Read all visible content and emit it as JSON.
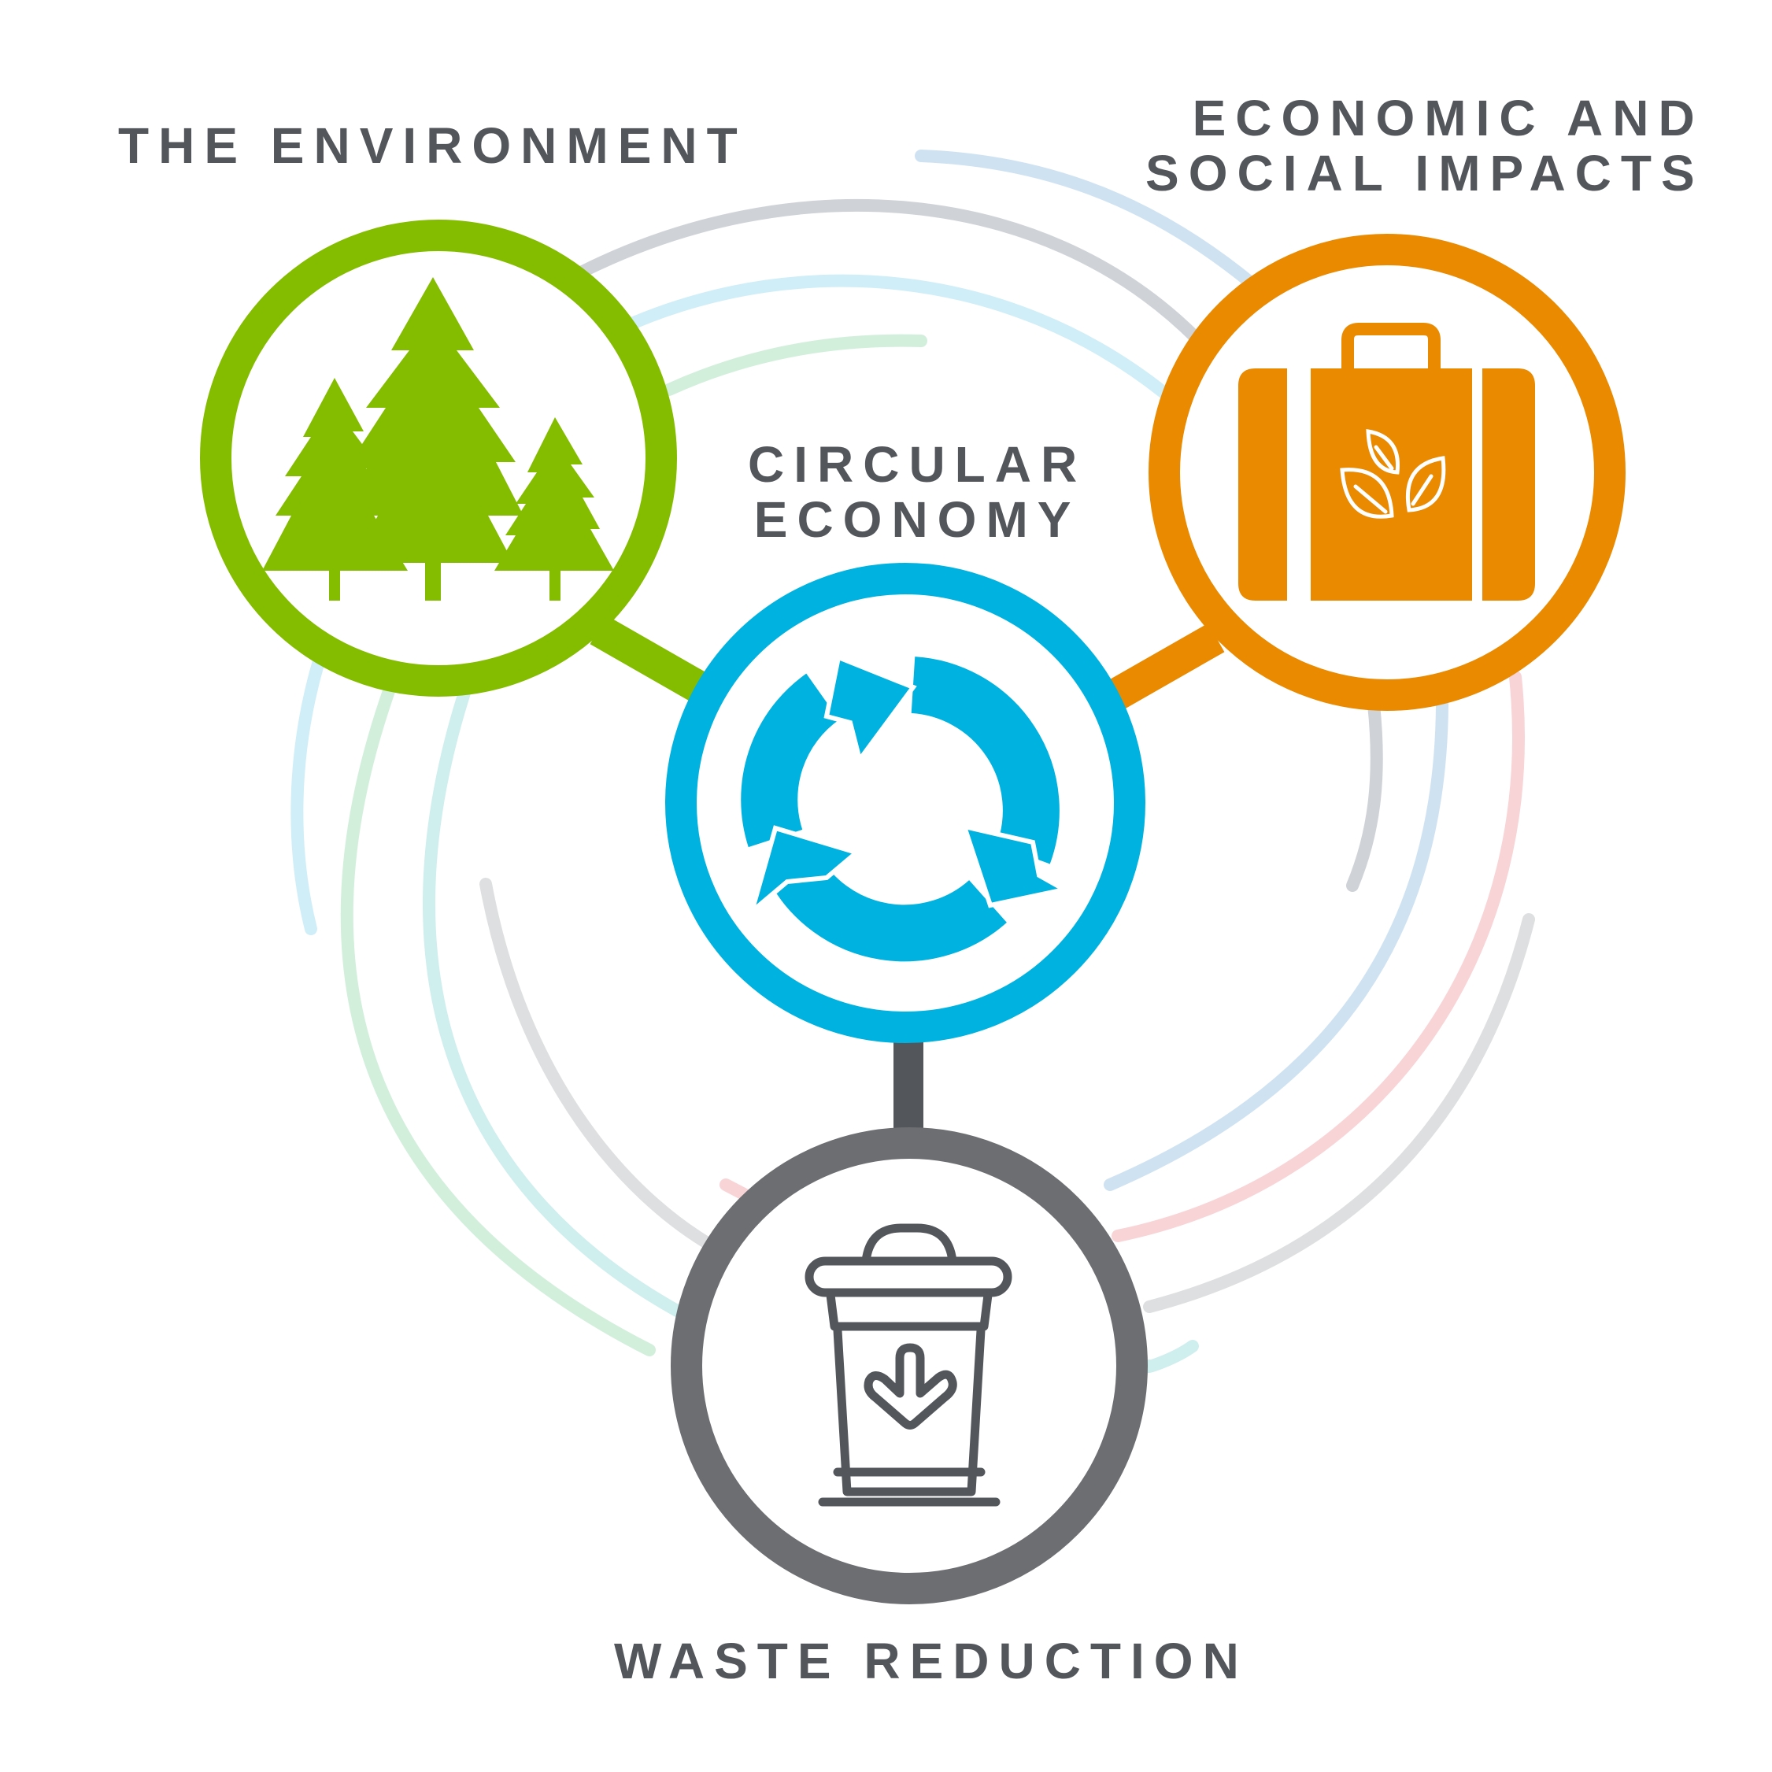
{
  "labels": {
    "environment": "THE ENVIRONMENT",
    "economic_line1": "ECONOMIC AND",
    "economic_line2": "SOCIAL IMPACTS",
    "circular_line1": "CIRCULAR",
    "circular_line2": "ECONOMY",
    "waste": "WASTE REDUCTION"
  },
  "nodes": [
    {
      "id": "environment",
      "icon": "trees-icon",
      "color": "#84bd00"
    },
    {
      "id": "economic",
      "icon": "briefcase-leaf-icon",
      "color": "#e98a00"
    },
    {
      "id": "circular",
      "icon": "recycle-arrows-icon",
      "color": "#00b2e0"
    },
    {
      "id": "waste",
      "icon": "trash-can-icon",
      "color": "#6d6e71"
    }
  ],
  "colors": {
    "text": "#53575c",
    "arc_gray": "#cfd3d8",
    "arc_blue": "#cfe2f2",
    "arc_cyan": "#cfeef8",
    "arc_green": "#d2efdc",
    "arc_teal": "#cfeeee",
    "arc_pink": "#f8d4d6",
    "arc_lightgray": "#dedfe0"
  }
}
